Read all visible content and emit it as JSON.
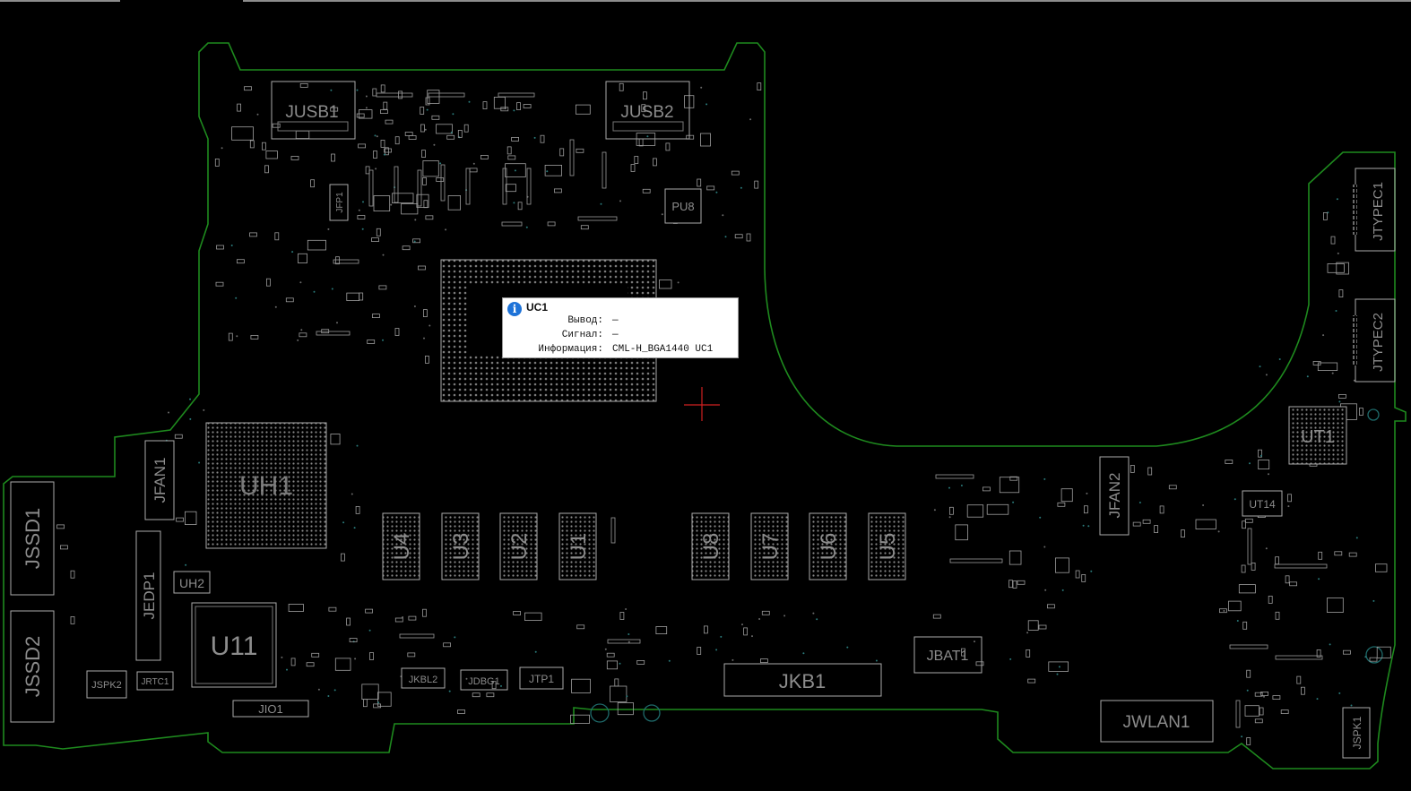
{
  "components": {
    "cpu": "UC1",
    "pch": "UH1",
    "usb_left": "JUSB1",
    "usb_right": "JUSB2",
    "typec_1": "JTYPEC1",
    "typec_2": "JTYPEC2",
    "ssd_1": "JSSD1",
    "ssd_2": "JSSD2",
    "fan_1": "JFAN1",
    "fan_2": "JFAN2",
    "edp": "JEDP1",
    "u11": "U11",
    "uh2": "UH2",
    "ut1": "UT1",
    "ut14": "UT14",
    "keyboard": "JKB1",
    "battery": "JBAT1",
    "wlan": "JWLAN1",
    "spk_1": "JSPK1",
    "spk_2": "JSPK2",
    "rtc": "JRTC1",
    "io": "JIO1",
    "kbl": "JKBL2",
    "dbg": "JDBG1",
    "jtp": "JTP1",
    "jfp": "JFP1",
    "pu8": "PU8",
    "memory": [
      "U4",
      "U3",
      "U2",
      "U1",
      "U8",
      "U7",
      "U6",
      "U5"
    ]
  },
  "tooltip": {
    "title": "UC1",
    "icon": "info-icon",
    "rows": [
      {
        "key": "Вывод:",
        "value": "—"
      },
      {
        "key": "Сигнал:",
        "value": "—"
      },
      {
        "key": "Информация:",
        "value": "CML-H_BGA1440 UC1"
      }
    ]
  },
  "colors": {
    "background": "#000000",
    "board_outline": "#1e8a1e",
    "silkscreen": "#8c8c8c",
    "cursor": "#d02020",
    "info_icon": "#1e73d8"
  }
}
